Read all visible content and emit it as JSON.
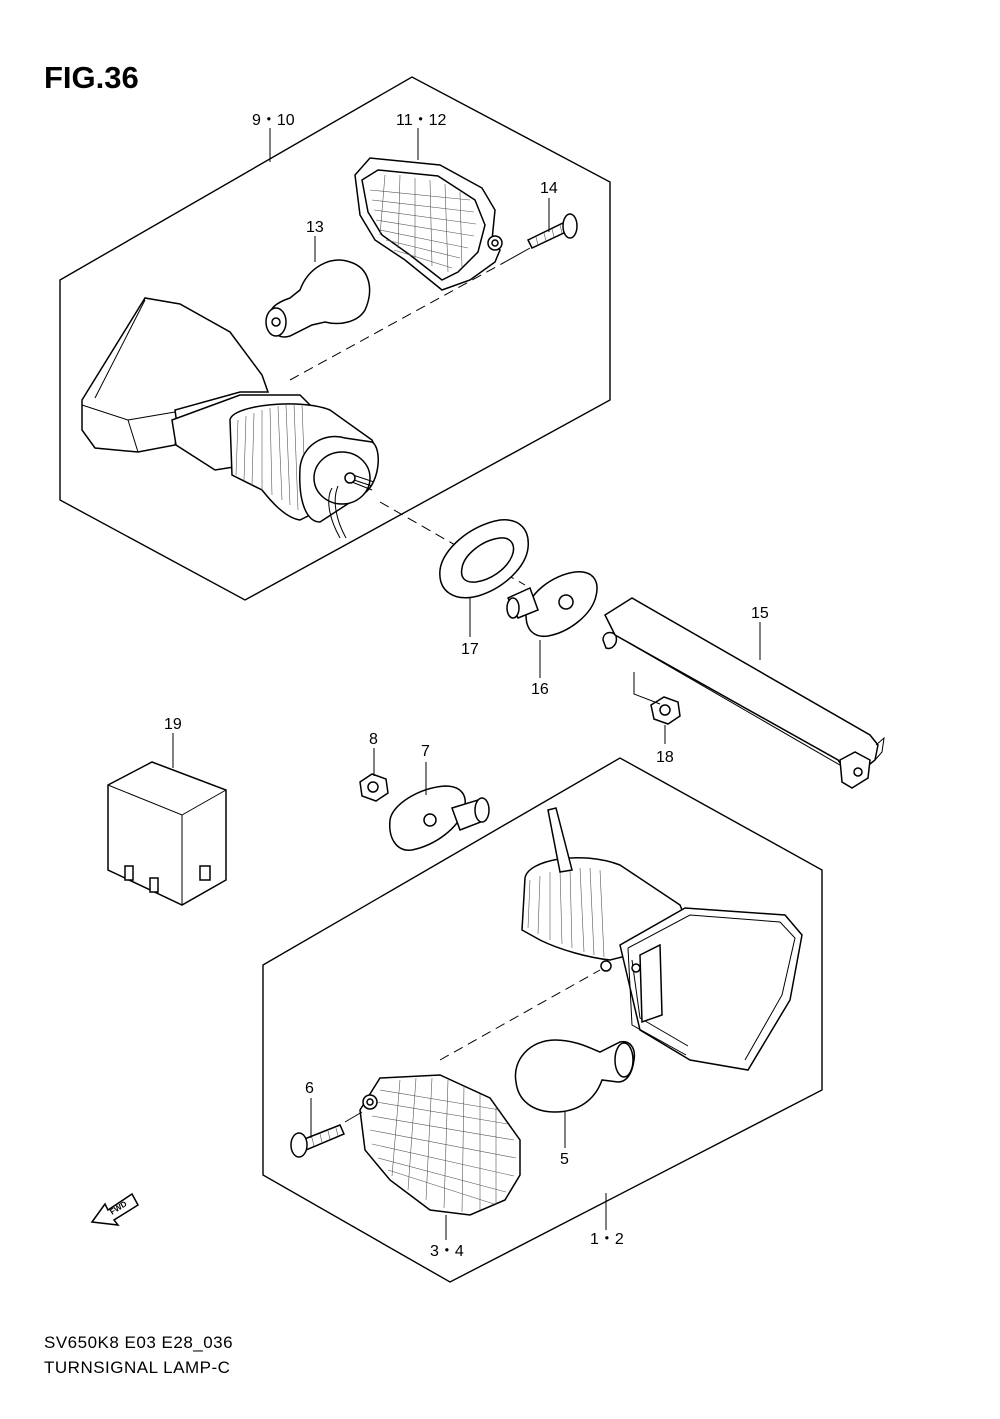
{
  "figure": {
    "title": "FIG.36"
  },
  "footer": {
    "code": "SV650K8 E03 E28_036",
    "name": "TURNSIGNAL LAMP-C"
  },
  "callouts": {
    "c9_10": "9・10",
    "c11_12": "11・12",
    "c13": "13",
    "c14": "14",
    "c15": "15",
    "c16": "16",
    "c17": "17",
    "c18": "18",
    "c19": "19",
    "c8": "8",
    "c7": "7",
    "c6": "6",
    "c5": "5",
    "c3_4": "3・4",
    "c1_2": "1・2"
  },
  "fwd_mark": "FWD"
}
